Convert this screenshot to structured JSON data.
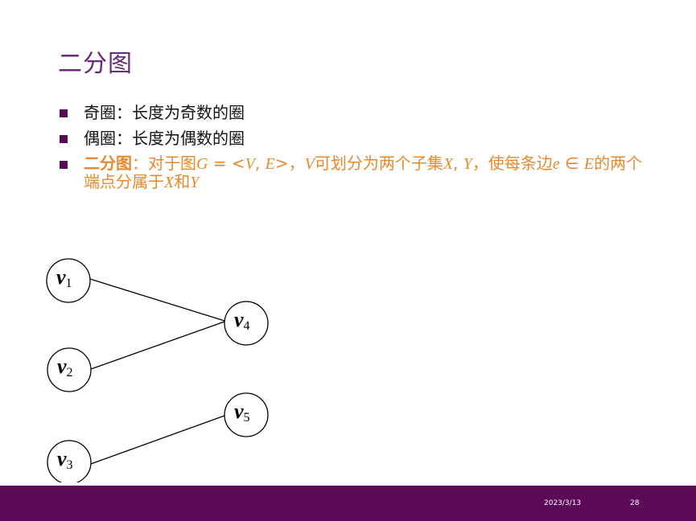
{
  "slide": {
    "title": "二分图",
    "bullets": [
      {
        "label": "奇圈",
        "sep": "：",
        "text": "长度为奇数的圈"
      },
      {
        "label": "偶圈",
        "sep": "：",
        "text": "长度为偶数的圈"
      },
      {
        "label": "二分图",
        "sep": "：",
        "text_a": "对于图",
        "math_graph": "G",
        "text_b": " = <",
        "math_v": "V",
        "text_c": ", ",
        "math_e": "E",
        "text_d": ">，",
        "math_v2": "V",
        "text_e": "可划分为两个子集",
        "math_x": "X",
        "text_f": ", ",
        "math_y": "Y",
        "text_g": "，使每条边",
        "math_edge": "e",
        "text_h": " ∈ ",
        "math_e2": "E",
        "text_i": "的两个端点分属于",
        "math_x2": "X",
        "text_j": "和",
        "math_y2": "Y"
      }
    ],
    "graph": {
      "nodes": [
        {
          "name": "v",
          "sub": "1"
        },
        {
          "name": "v",
          "sub": "2"
        },
        {
          "name": "v",
          "sub": "3"
        },
        {
          "name": "v",
          "sub": "4"
        },
        {
          "name": "v",
          "sub": "5"
        }
      ],
      "edges": [
        [
          "v1",
          "v4"
        ],
        [
          "v2",
          "v4"
        ],
        [
          "v3",
          "v5"
        ]
      ]
    },
    "footer": {
      "date": "2023/3/13",
      "page": "28"
    },
    "colors": {
      "title": "#6a2a7a",
      "accent": "#e8892e",
      "bullet_marker": "#5a0a55",
      "footer_bg": "#5c0a58"
    }
  }
}
